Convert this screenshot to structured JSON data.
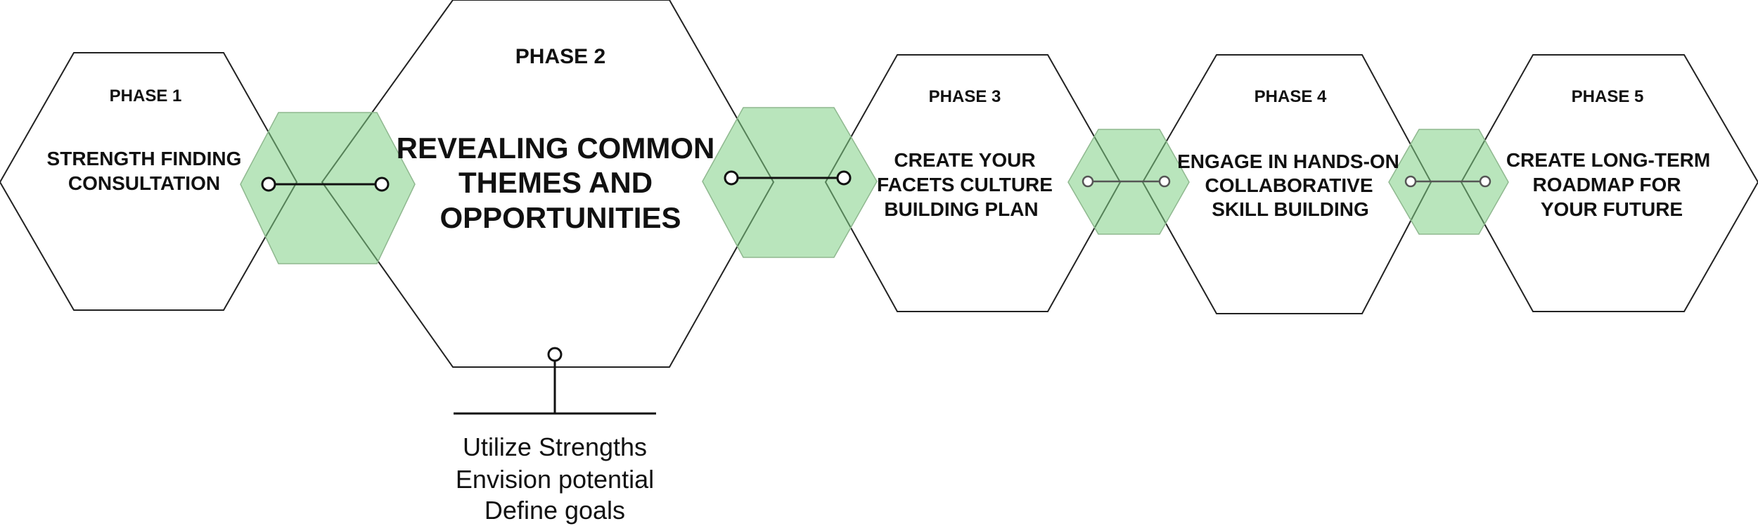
{
  "colors": {
    "connector_fill": "#7fcf85",
    "outline": "#222222",
    "text": "#111111"
  },
  "phases": [
    {
      "label": "PHASE 1",
      "title": [
        "STRENGTH FINDING",
        "CONSULTATION"
      ]
    },
    {
      "label": "PHASE 2",
      "title": [
        "REVEALING COMMON",
        "THEMES AND",
        "OPPORTUNITIES"
      ]
    },
    {
      "label": "PHASE 3",
      "title": [
        "CREATE YOUR",
        "FACETS CULTURE",
        "BUILDING PLAN"
      ]
    },
    {
      "label": "PHASE 4",
      "title": [
        "ENGAGE IN HANDS-ON",
        "COLLABORATIVE",
        "SKILL BUILDING"
      ]
    },
    {
      "label": "PHASE 5",
      "title": [
        "CREATE LONG-TERM",
        "ROADMAP FOR",
        "YOUR FUTURE"
      ]
    }
  ],
  "phase2_details": [
    "Utilize Strengths",
    "Envision potential",
    "Define goals"
  ]
}
